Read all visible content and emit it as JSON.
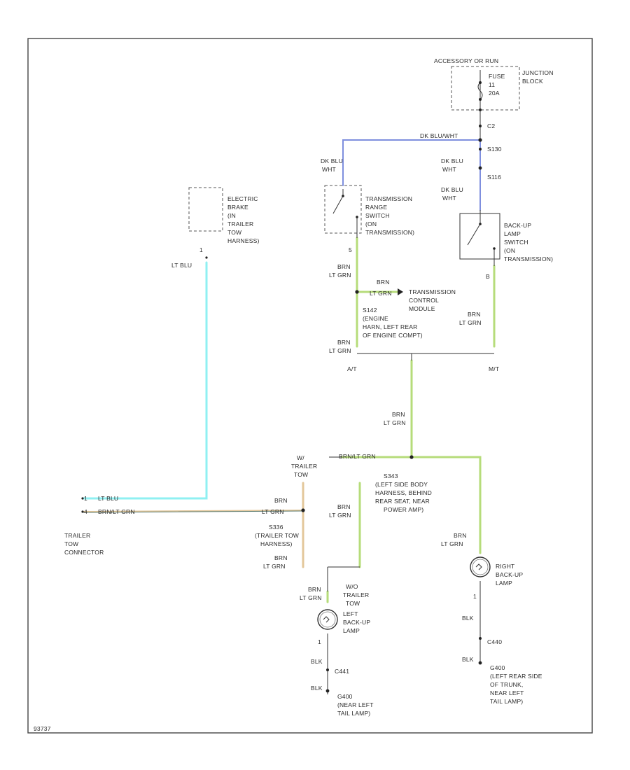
{
  "figure_code": "93737",
  "wire_colors": {
    "dk_blu_wht": "#7f8fde",
    "brn_lt_grn": "#b6dc7a",
    "lt_blu": "#8ff0f2",
    "brn_lt_grn_trailer": "#e3c79a",
    "gnd_blk": "#444444"
  },
  "power": {
    "line1": "ACCESSORY OR RUN",
    "fuse_line1": "FUSE",
    "fuse_line2": "11",
    "fuse_line3": "20A",
    "junction_line1": "JUNCTION",
    "junction_line2": "BLOCK",
    "connector": "C2"
  },
  "top_wires": {
    "dk_blu_wht_main": "DK BLU/WHT",
    "s130": "S130",
    "dkbluwht_mid_1": "DK BLU",
    "dkbluwht_mid_2": "WHT",
    "s116": "S116",
    "dkbluwht_right_1": "DK BLU",
    "dkbluwht_right_2": "WHT",
    "dkbluwht_left_1": "DK BLU",
    "dkbluwht_left_2": "WHT"
  },
  "electric_brake": {
    "line1": "ELECTRIC",
    "line2": "BRAKE",
    "line3": "(IN",
    "line4": "TRAILER",
    "line5": "TOW",
    "line6": "HARNESS)",
    "pin": "1",
    "wire": "LT BLU"
  },
  "trs": {
    "line1": "TRANSMISSION",
    "line2": "RANGE",
    "line3": "SWITCH",
    "line4": "(ON",
    "line5": "TRANSMISSION)",
    "pin": "5"
  },
  "backup_switch": {
    "line1": "BACK-UP",
    "line2": "LAMP",
    "line3": "SWITCH",
    "line4": "(ON",
    "line5": "TRANSMISSION)",
    "pin": "B"
  },
  "middle": {
    "brn_a_1": "BRN",
    "brn_a_2": "LT GRN",
    "tcm_wire_1": "BRN",
    "tcm_wire_2": "LT GRN",
    "tcm_line1": "TRANSMISSION",
    "tcm_line2": "CONTROL",
    "tcm_line3": "MODULE",
    "s142_line1": "S142",
    "s142_line2": "(ENGINE",
    "s142_line3": "HARN, LEFT REAR",
    "s142_line4": "OF ENGINE COMPT)",
    "brn_b_1": "BRN",
    "brn_b_2": "LT GRN",
    "brn_c_1": "BRN",
    "brn_c_2": "LT GRN",
    "at": "A/T",
    "mt": "M/T",
    "brn_d_1": "BRN",
    "brn_d_2": "LT GRN"
  },
  "lower": {
    "trailer_w_1": "W/",
    "trailer_w_2": "TRAILER",
    "trailer_w_3": "TOW",
    "brn_ltgrn_top": "BRN/LT GRN",
    "s343_line1": "S343",
    "s343_line2": "(LEFT SIDE BODY",
    "s343_line3": "HARNESS, BEHIND",
    "s343_line4": "REAR SEAT, NEAR",
    "s343_line5": "POWER AMP)",
    "conn_lt_blu": "LT BLU",
    "conn_brn_ltgrn": "BRN/LT GRN",
    "conn_pin_a": "1",
    "conn_pin_b": "4",
    "ttc_line1": "TRAILER",
    "ttc_line2": "TOW",
    "ttc_line3": "CONNECTOR",
    "brn_e_1": "BRN",
    "brn_e_2": "LT GRN",
    "s336_line1": "S336",
    "s336_line2": "(TRAILER TOW",
    "s336_line3": "HARNESS)",
    "brn_f_1": "BRN",
    "brn_f_2": "LT GRN",
    "brn_g_1": "BRN",
    "brn_g_2": "LT GRN",
    "brn_h_1": "BRN",
    "brn_h_2": "LT GRN",
    "wo_line1": "W/O",
    "wo_line2": "TRAILER",
    "wo_line3": "TOW",
    "brn_i_1": "BRN",
    "brn_i_2": "LT GRN"
  },
  "left_lamp": {
    "line1": "LEFT",
    "line2": "BACK-UP",
    "line3": "LAMP",
    "pin": "1",
    "blk1": "BLK",
    "c441": "C441",
    "blk2": "BLK",
    "g_line1": "G400",
    "g_line2": "(NEAR LEFT",
    "g_line3": "TAIL LAMP)"
  },
  "right_lamp": {
    "line1": "RIGHT",
    "line2": "BACK-UP",
    "line3": "LAMP",
    "pin": "1",
    "blk1": "BLK",
    "c440": "C440",
    "blk2": "BLK",
    "g_line1": "G400",
    "g_line2": "(LEFT REAR SIDE",
    "g_line3": "OF TRUNK,",
    "g_line4": "NEAR LEFT",
    "g_line5": "TAIL LAMP)"
  }
}
